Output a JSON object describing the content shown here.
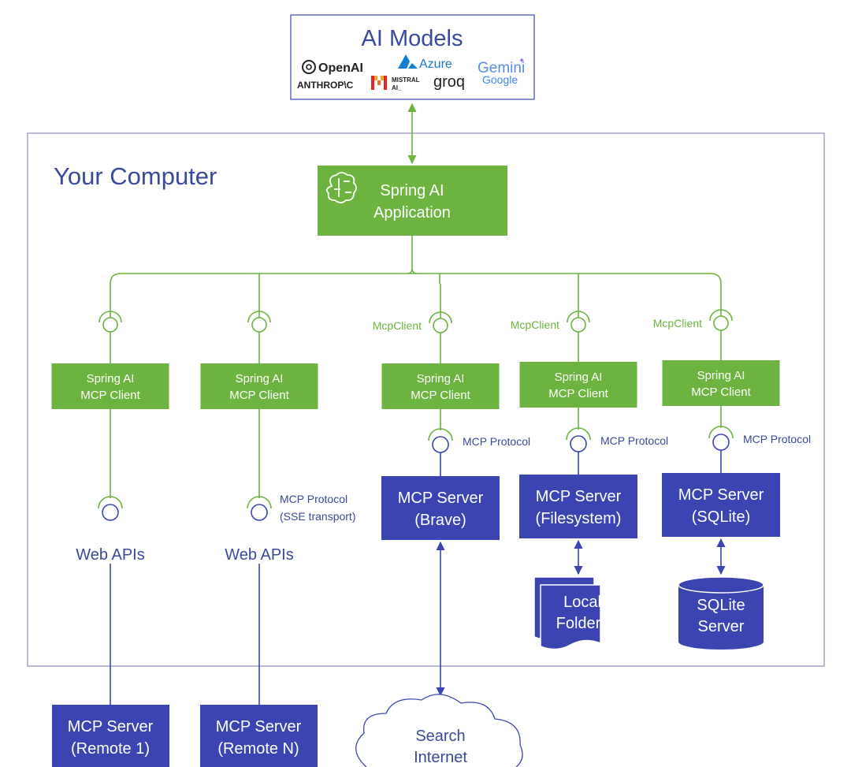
{
  "colors": {
    "green": "#6db33f",
    "navy": "#3b45b2",
    "title_blue": "#3a4a9a",
    "frame": "#8a8fb5",
    "white": "#ffffff"
  },
  "ai_models": {
    "title": "AI Models",
    "providers": {
      "openai": "OpenAI",
      "azure": "Azure",
      "gemini": "Gemini",
      "google": "Google",
      "anthropic": "ANTHROP\\C",
      "mistral_1": "MISTRAL",
      "mistral_2": "AI_",
      "groq": "groq"
    }
  },
  "computer": {
    "label": "Your Computer"
  },
  "app": {
    "line1": "Spring AI",
    "line2": "Application",
    "icon": "brain-leaf-icon"
  },
  "client_label": {
    "line1": "Spring AI",
    "line2": "MCP Client"
  },
  "mcpclient_tag": "McpClient",
  "protocol": {
    "mcp": "MCP Protocol",
    "sse_1": "MCP Protocol",
    "sse_2": "(SSE transport)"
  },
  "web_apis": "Web APIs",
  "servers": {
    "brave": {
      "line1": "MCP Server",
      "line2": "(Brave)"
    },
    "filesystem": {
      "line1": "MCP Server",
      "line2": "(Filesystem)"
    },
    "sqlite": {
      "line1": "MCP Server",
      "line2": "(SQLite)"
    },
    "remote1": {
      "line1": "MCP Server",
      "line2": "(Remote 1)"
    },
    "remoten": {
      "line1": "MCP Server",
      "line2": "(Remote N)"
    }
  },
  "resources": {
    "folders": {
      "line1": "Local",
      "line2": "Folders"
    },
    "db": {
      "line1": "SQLite",
      "line2": "Server"
    },
    "internet": {
      "line1": "Search",
      "line2": "Internet"
    }
  }
}
